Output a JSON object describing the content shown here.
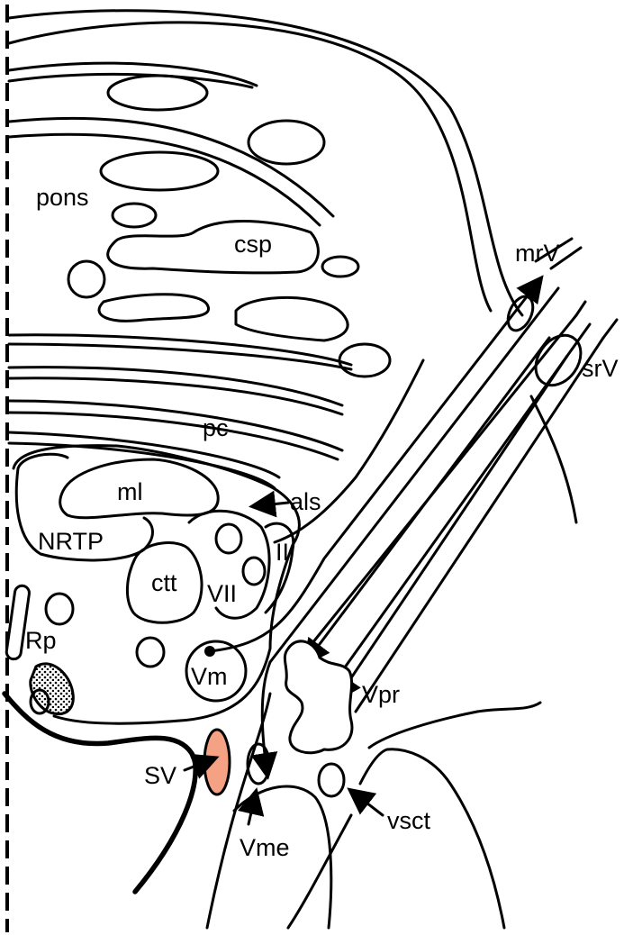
{
  "labels": {
    "pons": "pons",
    "csp": "csp",
    "mrV": "mrV",
    "srV": "srV",
    "pc": "pc",
    "ml": "ml",
    "als": "als",
    "NRTP": "NRTP",
    "II": "II",
    "ctt": "ctt",
    "VII": "VII",
    "Rp": "Rp",
    "Vm": "Vm",
    "Vpr": "Vpr",
    "SV": "SV",
    "Vme": "Vme",
    "vsct": "vsct"
  },
  "colors": {
    "stroke": "#000000",
    "background": "#ffffff",
    "highlight_SV": "#f4a184"
  }
}
